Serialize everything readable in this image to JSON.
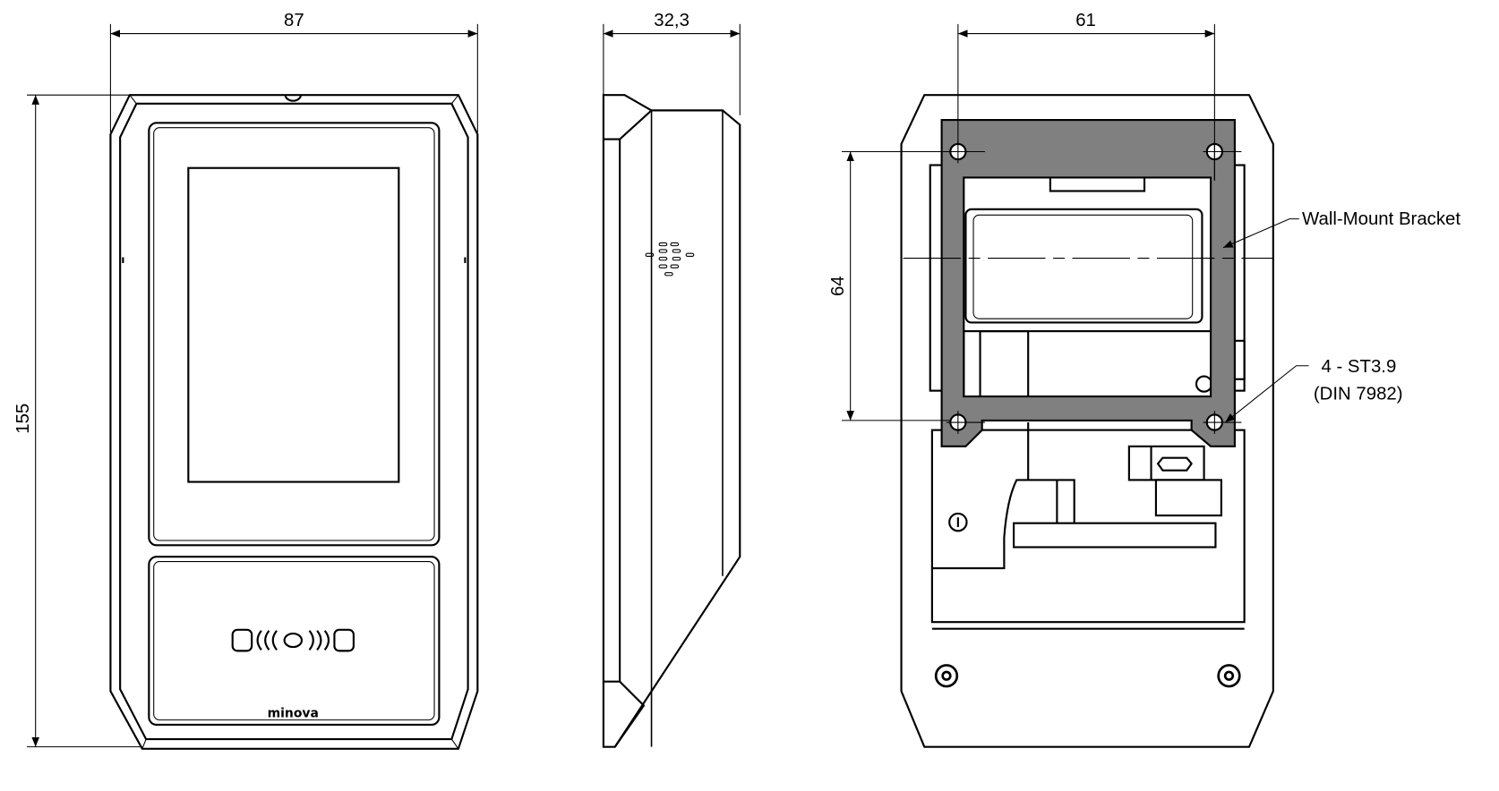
{
  "drawing": {
    "front_view": {
      "width_dim": "87",
      "height_dim": "155",
      "logo": "minova"
    },
    "side_view": {
      "depth_dim": "32,3"
    },
    "back_view": {
      "hole_spacing_horizontal": "61",
      "hole_spacing_vertical": "64",
      "bracket_label": "Wall-Mount Bracket",
      "screw_label_line1": "4 - ST3.9",
      "screw_label_line2": "(DIN 7982)"
    },
    "colors": {
      "bracket_fill": "#808080",
      "line": "#000000"
    }
  }
}
